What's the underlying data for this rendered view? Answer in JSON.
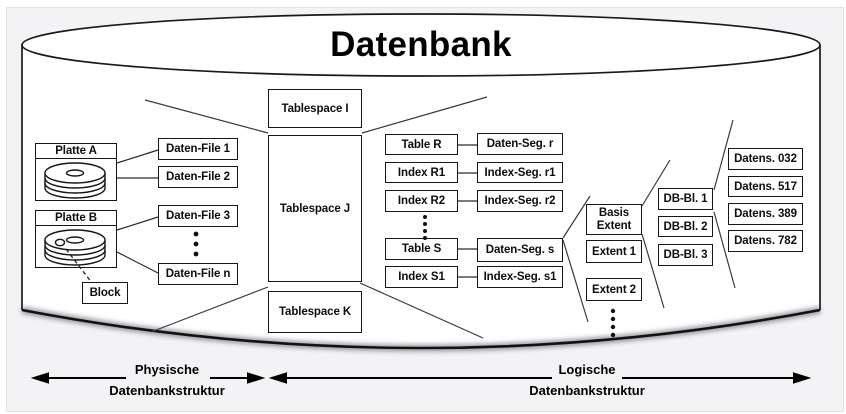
{
  "title": "Datenbank",
  "colors": {
    "background": "#f3f3f5",
    "surface": "#ffffff",
    "line": "#1a1a1a"
  },
  "icons": {
    "database": "database-cylinder-icon",
    "disk": "disk-stack-icon",
    "block_marker": "block-marker-icon",
    "ellipsis": "ellipsis-dots-icon"
  },
  "physical": {
    "disks": [
      {
        "label": "Platte A"
      },
      {
        "label": "Platte B"
      }
    ],
    "block": "Block",
    "files": [
      "Daten-File 1",
      "Daten-File 2",
      "Daten-File 3",
      "Daten-File n"
    ]
  },
  "tablespaces": [
    "Tablespace I",
    "Tablespace J",
    "Tablespace K"
  ],
  "logical": {
    "tables": [
      "Table R",
      "Index R1",
      "Index R2",
      "Table S",
      "Index S1"
    ],
    "segments": [
      "Daten-Seg. r",
      "Index-Seg. r1",
      "Index-Seg. r2",
      "Daten-Seg. s",
      "Index-Seg. s1"
    ],
    "extents": {
      "basis_line1": "Basis",
      "basis_line2": "Extent",
      "items": [
        "Extent 1",
        "Extent 2"
      ]
    },
    "db_blocks": [
      "DB-Bl. 1",
      "DB-Bl. 2",
      "DB-Bl. 3"
    ],
    "records": [
      "Datens. 032",
      "Datens. 517",
      "Datens. 389",
      "Datens. 782"
    ]
  },
  "legend": {
    "physical": {
      "line1": "Physische",
      "line2": "Datenbankstruktur"
    },
    "logical": {
      "line1": "Logische",
      "line2": "Datenbankstruktur"
    }
  }
}
